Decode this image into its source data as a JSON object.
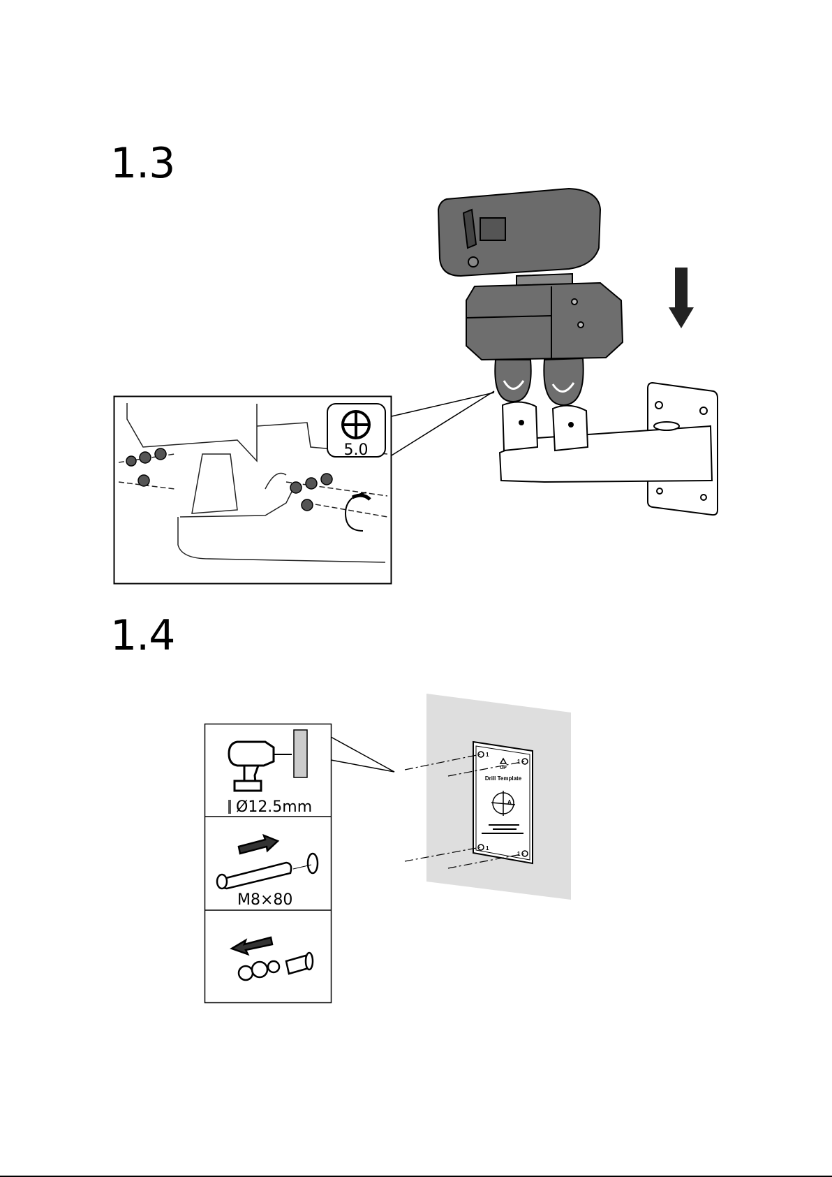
{
  "steps": [
    {
      "number": "1.3",
      "tool_badge": {
        "icon": "phillips-screwdriver-icon",
        "size": "5.0"
      }
    },
    {
      "number": "1.4",
      "panels": [
        {
          "icon": "drill-icon",
          "caption": "Ø12.5mm"
        },
        {
          "icon": "expansion-anchor-icon",
          "caption": "M8×80"
        },
        {
          "icon": "nut-washer-removal-icon",
          "caption": ""
        }
      ],
      "drill_template": {
        "title": "Drill Template",
        "up_label": "UP",
        "center_label": "A",
        "hole_label": "1"
      }
    }
  ]
}
